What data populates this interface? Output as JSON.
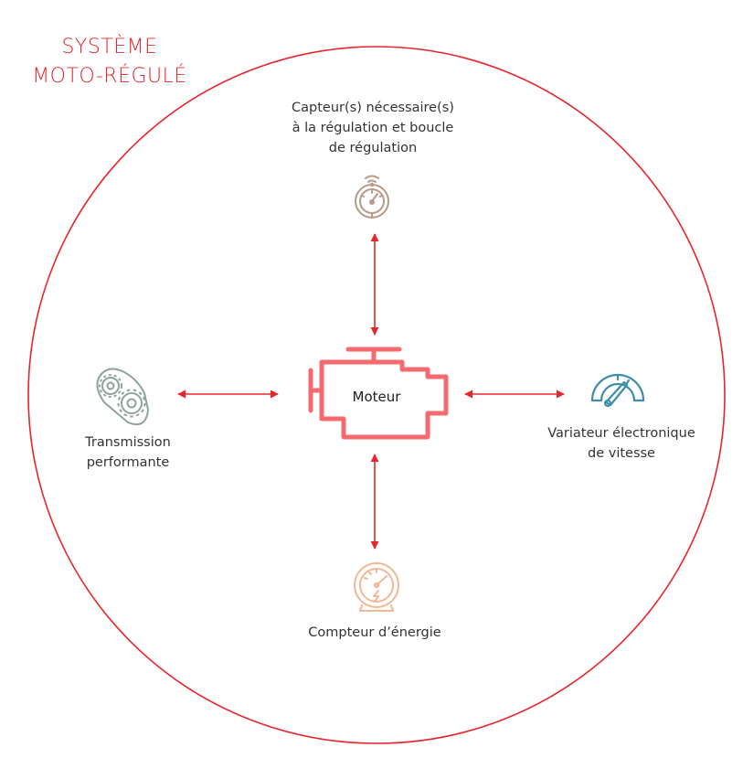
{
  "diagram": {
    "title_lines": [
      "SYSTÈME",
      "MOTO-RÉGULÉ"
    ],
    "center": {
      "label": "Moteur",
      "icon": "engine-icon"
    },
    "nodes": {
      "top": {
        "lines": [
          "Capteur(s) nécessaire(s)",
          "à la régulation et boucle",
          "de régulation"
        ],
        "icon": "gauge-sensor-icon"
      },
      "left": {
        "lines": [
          "Transmission",
          "performante"
        ],
        "icon": "gears-icon"
      },
      "right": {
        "lines": [
          "Variateur électronique",
          "de vitesse"
        ],
        "icon": "speedometer-icon"
      },
      "bottom": {
        "lines": [
          "Compteur d’énergie"
        ],
        "icon": "energy-meter-icon"
      }
    },
    "colors": {
      "accent": "#e8242c",
      "engine": "#f46a6f",
      "sensor": "#b89a8a",
      "gears": "#8fa39a",
      "speedometer": "#3f8ea8",
      "meter": "#f0b894",
      "text": "#333333"
    }
  }
}
